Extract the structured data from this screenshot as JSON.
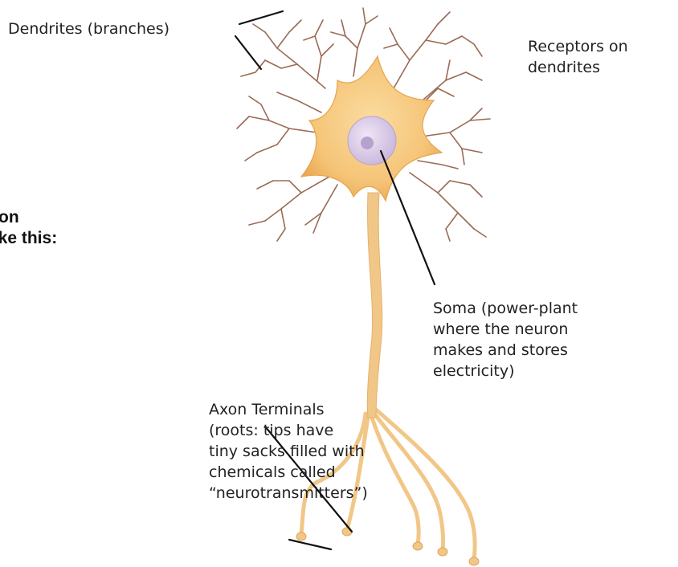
{
  "labels": {
    "dendrites": "Dendrites (branches)",
    "receptors": [
      "Receptors on",
      "dendrites"
    ],
    "soma": [
      "Soma (power-plant",
      "where the neuron",
      "makes and stores",
      "electricity)"
    ],
    "axon_terminals": [
      "Axon Terminals",
      "(roots:  tips have",
      "tiny sacks filled with",
      "chemicals called",
      "“neurotransmitters”)"
    ]
  },
  "clipped_text": [
    "on",
    "like this:"
  ],
  "colors": {
    "body": "#f5c477",
    "body_edge": "#e7a44c",
    "axon": "#f1c788",
    "dendrite": "#9b6a55",
    "nucleus": "#dcccea",
    "nucleolus": "#b6a2cc",
    "pointer": "#111111"
  }
}
